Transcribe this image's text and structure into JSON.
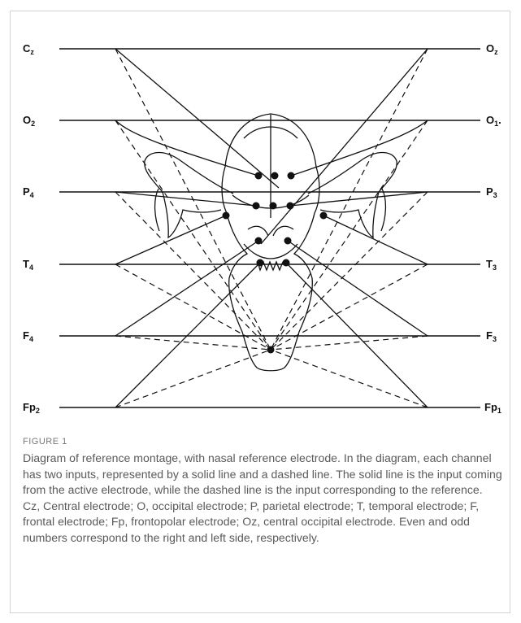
{
  "diagram": {
    "left_labels": [
      {
        "base": "C",
        "sub": "z"
      },
      {
        "base": "O",
        "sub": "2"
      },
      {
        "base": "P",
        "sub": "4"
      },
      {
        "base": "T",
        "sub": "4"
      },
      {
        "base": "F",
        "sub": "4"
      },
      {
        "base": "Fp",
        "sub": "2"
      }
    ],
    "right_labels": [
      {
        "base": "O",
        "sub": "z"
      },
      {
        "base": "O",
        "sub": "1",
        "suffix": "."
      },
      {
        "base": "P",
        "sub": "3"
      },
      {
        "base": "T",
        "sub": "3"
      },
      {
        "base": "F",
        "sub": "3"
      },
      {
        "base": "Fp",
        "sub": "1"
      }
    ]
  },
  "caption": {
    "figure_label": "FIGURE 1",
    "text": "Diagram of reference montage, with nasal reference electrode. In the diagram, each channel has two inputs, represented by a solid line and a dashed line. The solid line is the input coming from the active electrode, while the dashed line is the input corresponding to the reference. Cz, Central electrode; O, occipital electrode; P, parietal electrode; T, temporal electrode; F, frontal electrode; Fp, frontopolar electrode; Oz, central occipital electrode. Even and odd numbers correspond to the right and left side, respectively."
  }
}
